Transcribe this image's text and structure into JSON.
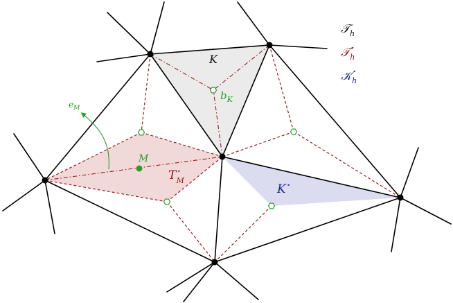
{
  "legend": {
    "mesh": {
      "main": "𝒯",
      "sub": "h",
      "sup": "",
      "color": "#111111"
    },
    "dual_mesh": {
      "main": "𝒯",
      "sub": "h",
      "sup": "⋆",
      "color": "#8b1a1a"
    },
    "dual_cells": {
      "main": "𝒦",
      "sub": "h",
      "sup": "⋆",
      "color": "#1f2a8a"
    }
  },
  "labels": {
    "triangle": {
      "main": "K",
      "sub": "",
      "sup": ""
    },
    "barycenter": {
      "main": "b",
      "sub": "K",
      "sup": ""
    },
    "edge_normal": {
      "main": "e",
      "sub": "M",
      "sup": ""
    },
    "midpoint": {
      "main": "M",
      "sub": "",
      "sup": ""
    },
    "diamond": {
      "main": "T",
      "sub": "M",
      "sup": "⋆"
    },
    "dual_cell": {
      "main": "K",
      "sub": "",
      "sup": "⋆"
    }
  },
  "colors": {
    "primal": "#000000",
    "triangle_fill": "#ebebeb",
    "diamond_fill": "#f1d9d9",
    "dual_cell_fill": "#dcdcf0",
    "dual_edges": "#9b1c1c",
    "centers": "#2a9d2a",
    "normal_arrow": "#2a9d2a",
    "diamond_label": "#8b1a1a",
    "dual_cell_label": "#1f2a8a",
    "barycenter_label": "#2a9d2a"
  },
  "icons": {
    "vertex": "filled-black-circle",
    "barycenter_marker": "hollow-green-hexagon",
    "midpoint_marker": "filled-green-circle"
  }
}
